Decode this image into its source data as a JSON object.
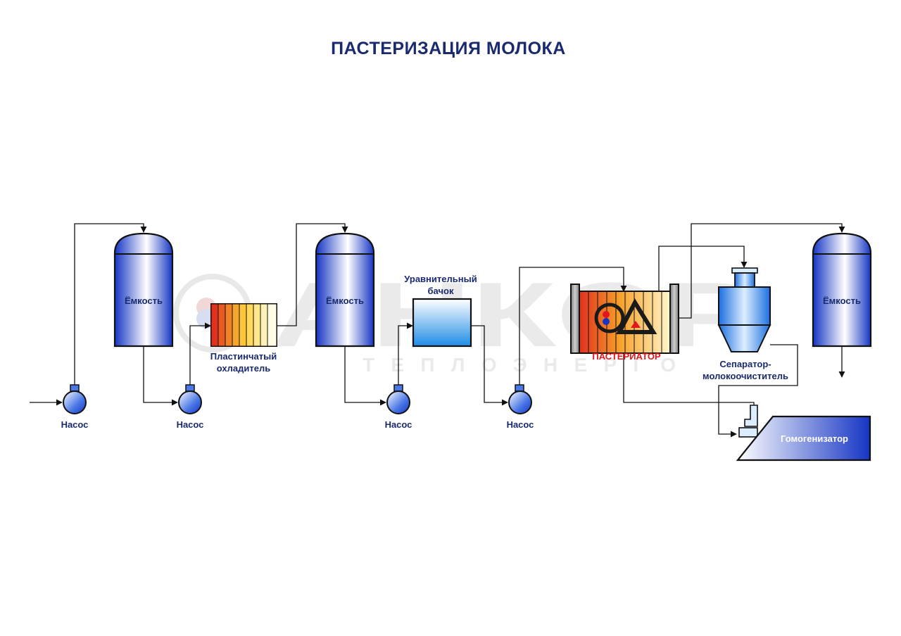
{
  "title": "ПАСТЕРИЗАЦИЯ МОЛОКА",
  "watermark": {
    "brand": "АНКОР",
    "subtitle": "ТЕПЛОЭНЕРГО"
  },
  "equipment": {
    "tank_1": "Ёмкость",
    "tank_2": "Ёмкость",
    "tank_3": "Ёмкость",
    "pump_1": "Насос",
    "pump_2": "Насос",
    "pump_3": "Насос",
    "pump_4": "Насос",
    "plate_cooler": [
      "Пластинчатый",
      "охладитель"
    ],
    "balance_tank": [
      "Уравнительный",
      "бачок"
    ],
    "pasteurizer": "ПАСТЕРИАТОР",
    "separator": [
      "Сепаратор-",
      "молокоочиститель"
    ],
    "homogenizer": "Гомогенизатор"
  },
  "colors": {
    "title": "#1a2a6e",
    "vessel_dark": "#1637c8",
    "vessel_light": "#ffffff",
    "hot": "#e0301e",
    "warm": "#ffd23a",
    "pasteurizer_label": "#e3161b"
  }
}
